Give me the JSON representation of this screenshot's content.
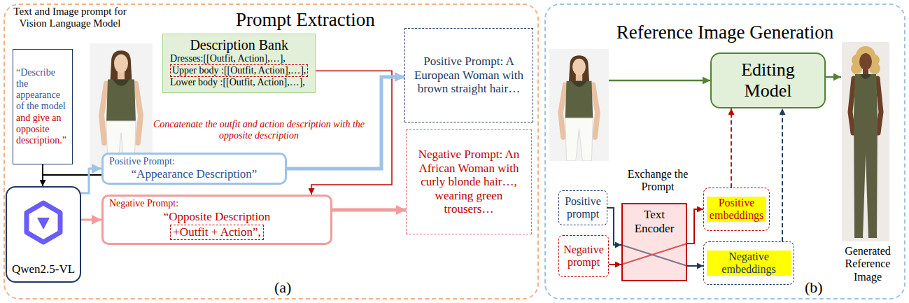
{
  "diagram": {
    "nodes": [
      {
        "text": [
          "Prompt Extraction"
        ]
      },
      {
        "text": [
          "“Describe the appearance of the model",
          "and give an opposite description.”"
        ],
        "in": 0
      },
      {
        "text": [
          "Qwen2.5-VL"
        ],
        "in": 0
      },
      {
        "text": [
          "Description Bank",
          "Dresses:[[Outfit, Action],…],",
          "Upper body :[[Outfit, Action],…],",
          "Lower body :[[Outfit, Action],…],"
        ],
        "in": 0
      },
      {
        "text": [
          "Positive Prompt:",
          "“Appearance Description”"
        ],
        "in": 0
      },
      {
        "text": [
          "Negative Prompt:",
          "“Opposite Description",
          "+Outfit + Action”,"
        ],
        "in": 0
      },
      {
        "text": [
          "Positive Prompt: A European Woman with brown straight hair…"
        ],
        "in": 0
      },
      {
        "text": [
          "Negative Prompt: An African Woman with curly blonde hair…, wearing green trousers…"
        ],
        "in": 0
      },
      {
        "text": [
          "Reference Image Generation"
        ]
      },
      {
        "text": [
          "Positive prompt"
        ],
        "in": 8
      },
      {
        "text": [
          "Negative prompt"
        ],
        "in": 8
      },
      {
        "text": [
          "Text Encoder"
        ],
        "in": 8
      },
      {
        "text": [
          "Positive embeddings"
        ],
        "in": 8
      },
      {
        "text": [
          "Negative embeddings"
        ],
        "in": 8
      },
      {
        "text": [
          "Editing Model"
        ],
        "in": 8
      }
    ],
    "edges": [
      {
        "from": 1,
        "to": 2,
        "arrow": "to"
      },
      {
        "from": 2,
        "to": 4,
        "arrow": "to"
      },
      {
        "from": 2,
        "to": 5,
        "arrow": "to"
      },
      {
        "from": 3,
        "to": 5,
        "arrow": "to"
      },
      {
        "from": 4,
        "to": 6,
        "arrow": "to"
      },
      {
        "from": 5,
        "to": 7,
        "arrow": "to"
      },
      {
        "from": 9,
        "to": 11,
        "arrow": "to"
      },
      {
        "from": 10,
        "to": 11,
        "arrow": "to"
      },
      {
        "from": 11,
        "to": 12,
        "arrow": "to"
      },
      {
        "from": 11,
        "to": 13,
        "arrow": "to"
      },
      {
        "from": 12,
        "to": 14,
        "arrow": "to"
      },
      {
        "from": 13,
        "to": 14,
        "arrow": "to"
      }
    ],
    "labels": [
      "Text and Image prompt for Vision Language Model",
      "Concatenate the outfit and action description with the opposite description",
      "(a)",
      "Exchange the Prompt",
      "Generated Reference Image",
      "(b)"
    ]
  }
}
